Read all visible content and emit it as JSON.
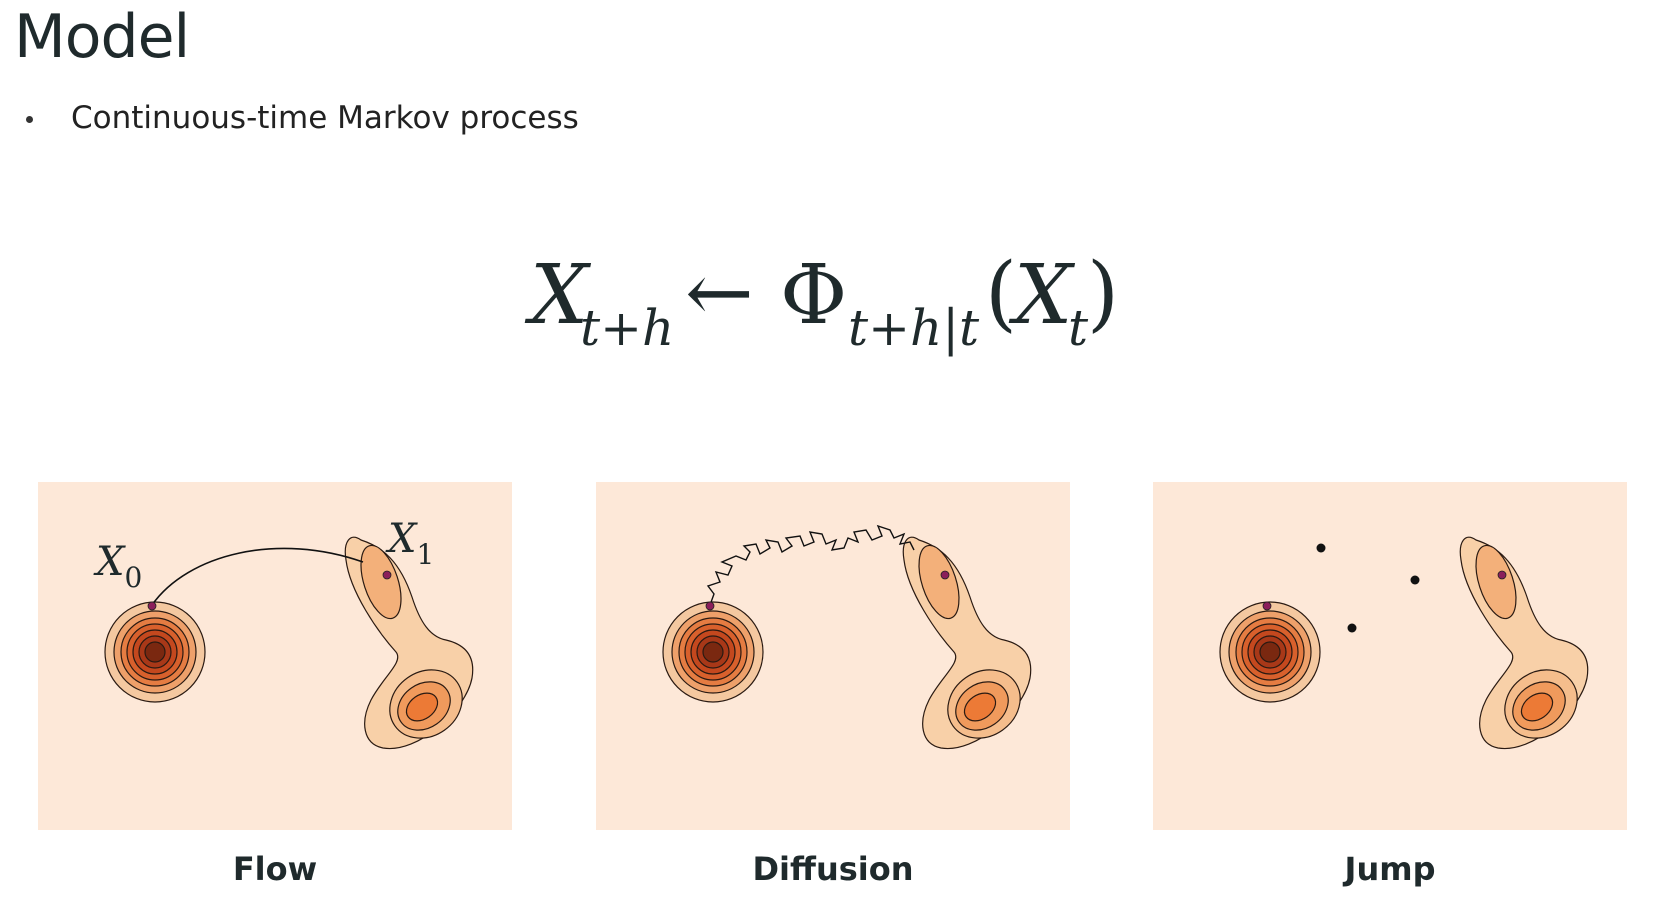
{
  "slide": {
    "title": "Model",
    "bullets": [
      "Continuous-time Markov process"
    ]
  },
  "equation": {
    "lhs_symbol": "X",
    "lhs_subscript": "t+h",
    "arrow": "←",
    "operator_symbol": "Φ",
    "operator_subscript": "t+h|t",
    "open_paren": "(",
    "arg_symbol": "X",
    "arg_subscript": "t",
    "close_paren": ")"
  },
  "panels": [
    {
      "caption": "Flow",
      "start_label_symbol": "X",
      "start_label_sub": "0",
      "end_label_symbol": "X",
      "end_label_sub": "1"
    },
    {
      "caption": "Diffusion"
    },
    {
      "caption": "Jump"
    }
  ],
  "colors": {
    "panel_background": "#fde8d8",
    "point_color": "#8b1e5a",
    "text": "#1f2a2c"
  }
}
